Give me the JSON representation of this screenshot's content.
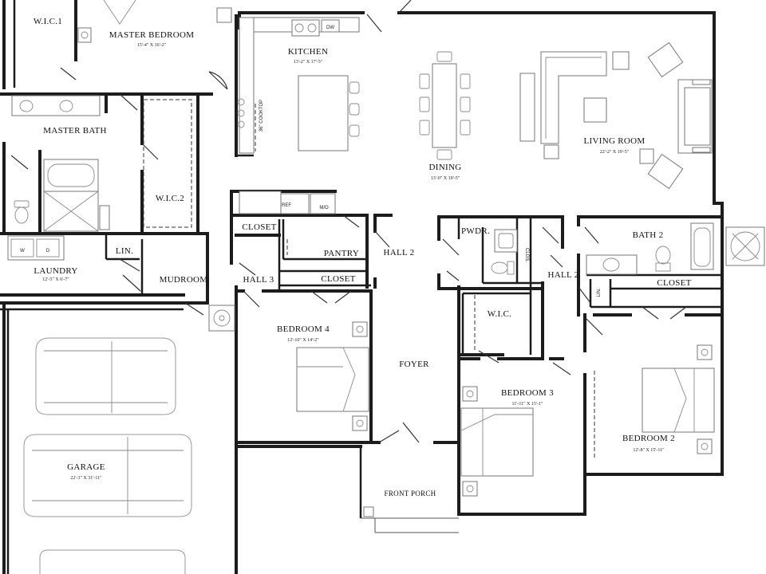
{
  "rooms": {
    "wic1": {
      "name": "W.I.C.1"
    },
    "master_bedroom": {
      "name": "MASTER BEDROOM",
      "dim": "15'-4\" X 16'-2\""
    },
    "kitchen": {
      "name": "KITCHEN",
      "dim": "13'-2\" X 17'-5\""
    },
    "master_bath": {
      "name": "MASTER BATH"
    },
    "wic2": {
      "name": "W.I.C.2"
    },
    "dining": {
      "name": "DINING",
      "dim": "13'-0\" X 19'-5\""
    },
    "living_room": {
      "name": "LIVING ROOM",
      "dim": "22'-2\" X 19'-5\""
    },
    "closet_a": {
      "name": "CLOSET"
    },
    "pantry": {
      "name": "PANTRY"
    },
    "hall2_a": {
      "name": "HALL 2"
    },
    "pwdr": {
      "name": "PWDR."
    },
    "clos": {
      "name": "CLOS."
    },
    "hall2_b": {
      "name": "HALL 2"
    },
    "bath2": {
      "name": "BATH 2"
    },
    "laundry": {
      "name": "LAUNDRY",
      "dim": "12'-5\" X 6'-7\""
    },
    "lin_a": {
      "name": "LIN."
    },
    "mudroom": {
      "name": "MUDROOM"
    },
    "hall3": {
      "name": "HALL 3"
    },
    "closet_b": {
      "name": "CLOSET"
    },
    "closet_c": {
      "name": "CLOSET"
    },
    "lin_b": {
      "name": "LIN."
    },
    "bedroom4": {
      "name": "BEDROOM 4",
      "dim": "12'-10\" X 14'-2\""
    },
    "wic3": {
      "name": "W.I.C."
    },
    "foyer": {
      "name": "FOYER"
    },
    "bedroom3": {
      "name": "BEDROOM 3",
      "dim": "11'-11\" X 15'-1\""
    },
    "bedroom2": {
      "name": "BEDROOM 2",
      "dim": "12'-8\" X 15'-11\""
    },
    "garage": {
      "name": "GARAGE",
      "dim": "22'-3\" X 31'-11\""
    },
    "front_porch": {
      "name": "FRONT PORCH"
    }
  },
  "fixtures": {
    "dw": "DW",
    "cooktop": "36\" COOKTOP",
    "ref": "REF",
    "mo": "M/O",
    "washer": "W",
    "dryer": "D"
  }
}
